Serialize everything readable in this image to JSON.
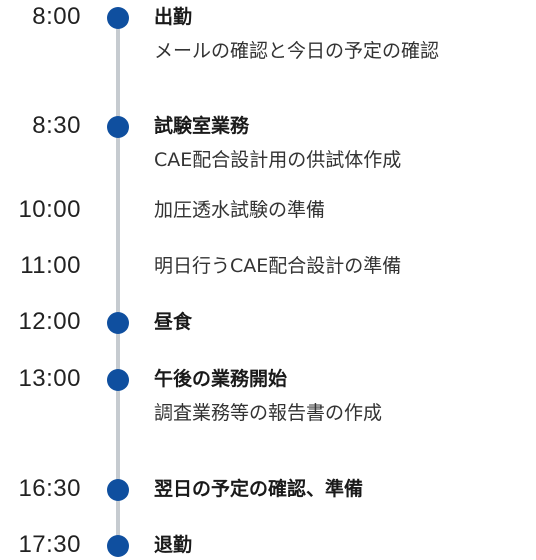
{
  "schedule": [
    {
      "time": "8:00",
      "title": "出勤",
      "desc": "メールの確認と今日の予定の確認",
      "dot": true
    },
    {
      "time": "8:30",
      "title": "試験室業務",
      "desc": "CAE配合設計用の供試体作成",
      "dot": true
    },
    {
      "time": "10:00",
      "title": "",
      "desc": "加圧透水試験の準備",
      "dot": false
    },
    {
      "time": "11:00",
      "title": "",
      "desc": "明日行うCAE配合設計の準備",
      "dot": false
    },
    {
      "time": "12:00",
      "title": "昼食",
      "desc": "",
      "dot": true
    },
    {
      "time": "13:00",
      "title": "午後の業務開始",
      "desc": "調査業務等の報告書の作成",
      "dot": true
    },
    {
      "time": "16:30",
      "title": "翌日の予定の確認、準備",
      "desc": "",
      "dot": true
    },
    {
      "time": "17:30",
      "title": "退勤",
      "desc": "",
      "dot": true
    }
  ],
  "colors": {
    "dot": "#0f4f9f",
    "line": "#c6cbd0",
    "text": "#222222"
  }
}
